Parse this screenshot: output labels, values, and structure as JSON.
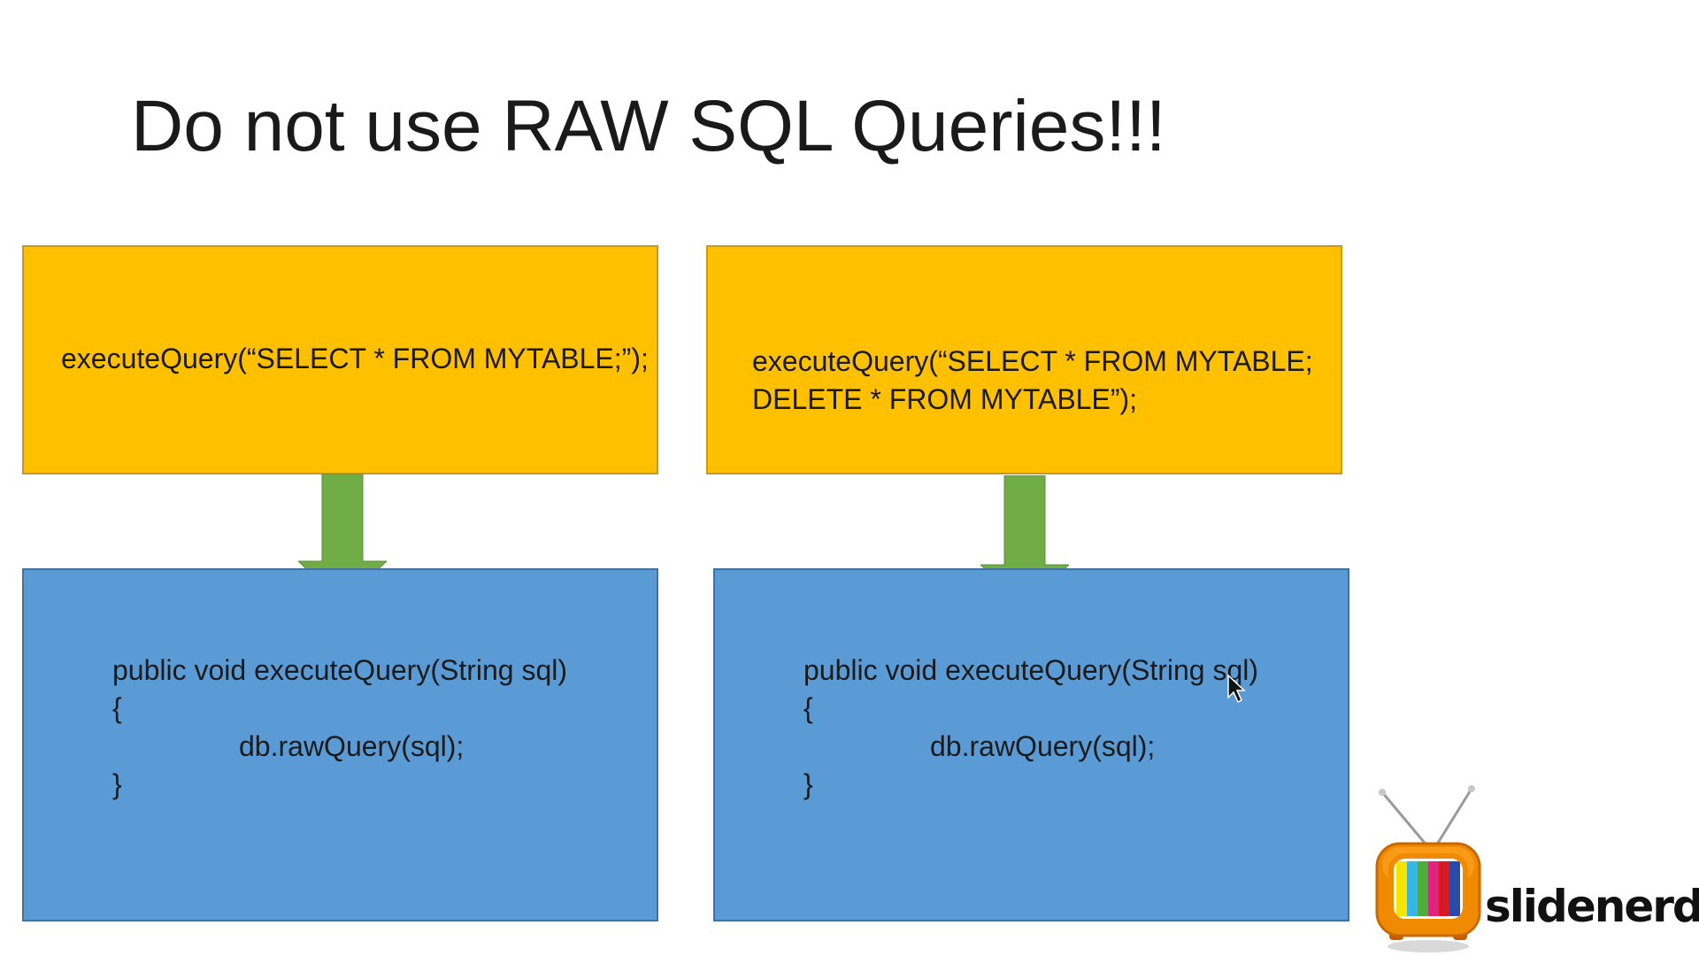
{
  "slide": {
    "title": "Do not use RAW SQL Queries!!!"
  },
  "left_column": {
    "call": "executeQuery(“SELECT * FROM MYTABLE;”);",
    "code_lines": [
      "public void executeQuery(String sql)",
      "{",
      "db.rawQuery(sql);",
      "}"
    ]
  },
  "right_column": {
    "call_lines": [
      "executeQuery(“SELECT * FROM MYTABLE;",
      "DELETE * FROM MYTABLE”);"
    ],
    "code_lines": [
      "public void executeQuery(String sql)",
      "{",
      "db.rawQuery(sql);",
      "}"
    ]
  },
  "logo": {
    "text": "slidenerd"
  },
  "colors": {
    "caller_box": "#ffc000",
    "function_box": "#5b9bd5",
    "arrow": "#70ad47"
  }
}
